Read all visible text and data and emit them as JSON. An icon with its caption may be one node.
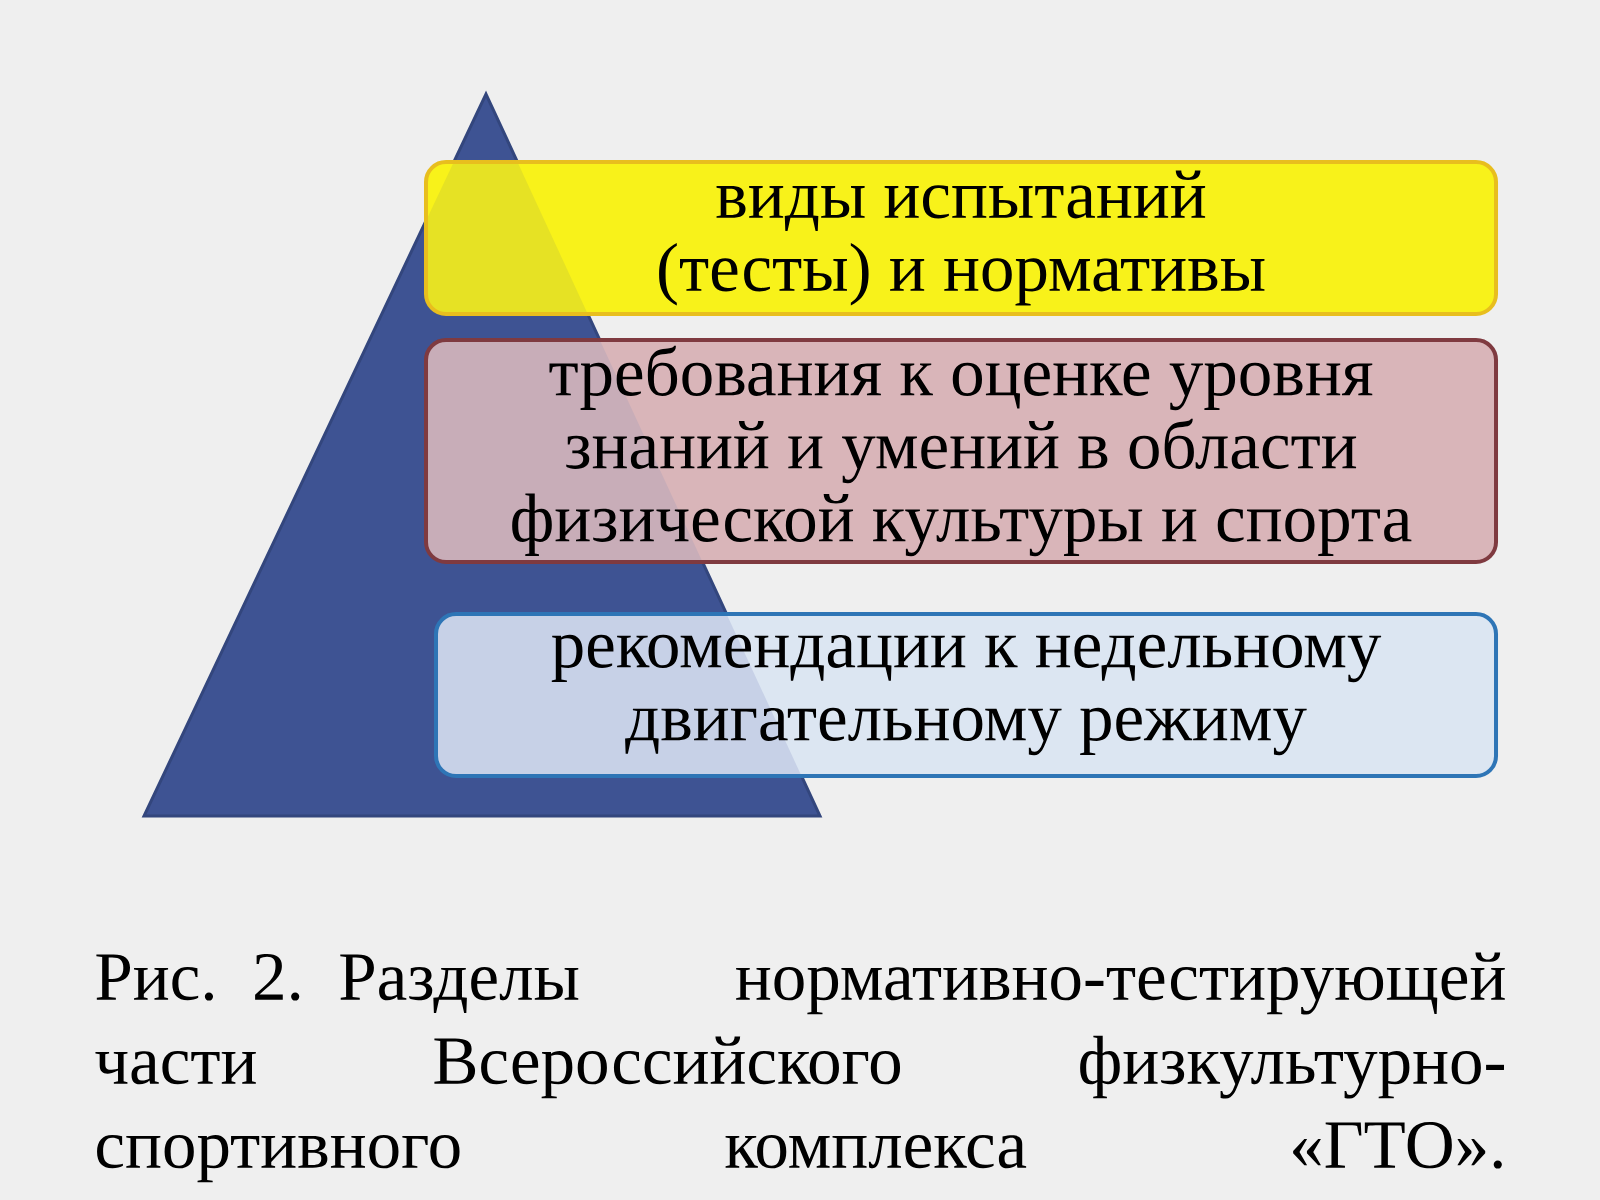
{
  "diagram": {
    "caption": "Рис. 2. Разделы нормативно-тестирующей части Всероссийского физкультурно-спортивного комплекса «ГТО».",
    "nodes": [
      {
        "text": [],
        "shape": "triangle"
      },
      {
        "text": [
          "виды испытаний (тесты) и нормативы"
        ]
      },
      {
        "text": [
          "требования к оценке уровня знаний и умений в области физической культуры и спорта"
        ]
      },
      {
        "text": [
          "рекомендации к недельному двигательному режиму"
        ]
      }
    ]
  }
}
